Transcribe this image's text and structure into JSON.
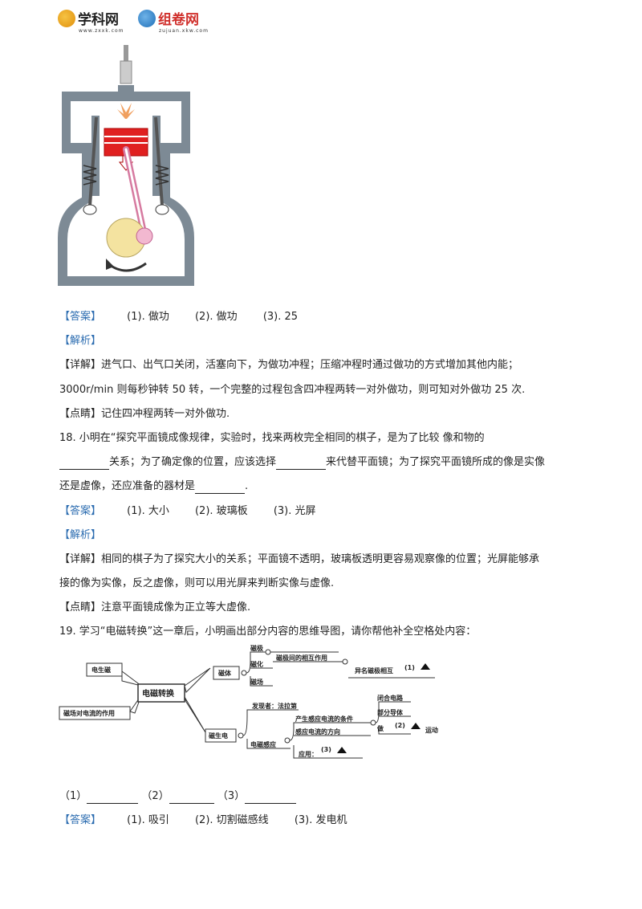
{
  "logos": {
    "left": {
      "text": "学科网",
      "sub": "www.zxxk.com"
    },
    "right": {
      "text": "组卷网",
      "sub": "zujuan.xkw.com"
    }
  },
  "q17": {
    "answer_tag": "【答案】",
    "answers": [
      "(1). 做功",
      "(2). 做功",
      "(3). 25"
    ],
    "analysis_tag": "【解析】",
    "detail_tag": "【详解】",
    "detail_1": "进气口、出气口关闭，活塞向下，为做功冲程；压缩冲程时通过做功的方式增加其他内能；",
    "detail_2": "3000r/min 则每秒钟转 50 转，一个完整的过程包含四冲程两转一对外做功，则可知对外做功 25 次.",
    "tip_tag": "【点睛】",
    "tip": "记住四冲程两转一对外做功."
  },
  "q18": {
    "line_1": "18. 小明在“探究平面镜成像规律，实验时，找来两枚完全相同的棋子，是为了比较    像和物的",
    "line_2a": "关系；为了确定像的位置，应该选择",
    "line_2b": "来代替平面镜；为了探究平面镜所成的像是实像",
    "line_3a": "还是虚像，还应准备的器材是",
    "line_3b": ".",
    "answer_tag": "【答案】",
    "answers": [
      "(1). 大小",
      "(2). 玻璃板",
      "(3). 光屏"
    ],
    "analysis_tag": "【解析】",
    "detail_tag": "【详解】",
    "detail_1": "相同的棋子为了探究大小的关系；平面镜不透明，玻璃板透明更容易观察像的位置；光屏能够承",
    "detail_2": "接的像为实像，反之虚像，则可以用光屏来判断实像与虚像.",
    "tip_tag": "【点睛】",
    "tip": "注意平面镜成像为正立等大虚像."
  },
  "q19": {
    "line_1": "19. 学习“电磁转换”这一章后，小明画出部分内容的思维导图，请你帮他补全空格处内容：",
    "mindmap": {
      "center": "电磁转换",
      "left_top": "电生磁",
      "left_bottom": "磁场对电流的作用",
      "magnet": "磁体",
      "pole": "磁极",
      "pole_interaction": "磁极间的相互作用",
      "opposite": "异名磁极相互",
      "blank1": "(1)",
      "magnetize": "磁化",
      "field": "磁场",
      "induce_mag": "磁生电",
      "discoverer": "发现者：法拉第",
      "em_induction": "电磁感应",
      "conditions": "产生感应电流的条件",
      "closed": "闭合电路",
      "partial": "部分导体",
      "do": "做",
      "blank2": "(2)",
      "motion": "运动",
      "direction": "感应电流的方向",
      "application": "应用：",
      "blank3": "(3)"
    },
    "fill_labels": [
      "（1）",
      "（2）",
      "（3）"
    ],
    "answer_tag": "【答案】",
    "answers": [
      "(1). 吸引",
      "(2). 切割磁感线",
      "(3). 发电机"
    ]
  }
}
